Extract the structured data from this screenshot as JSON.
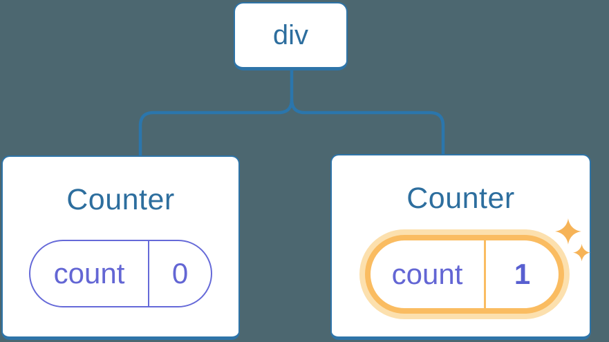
{
  "diagram": {
    "root": {
      "label": "div"
    },
    "children": [
      {
        "title": "Counter",
        "state": {
          "name": "count",
          "value": "0"
        },
        "highlighted": false
      },
      {
        "title": "Counter",
        "state": {
          "name": "count",
          "value": "1"
        },
        "highlighted": true
      }
    ]
  },
  "icons": {
    "sparkles-icon": "✦✦"
  },
  "colors": {
    "background": "#4C6770",
    "line_blue": "#2B76AC",
    "text_blue": "#2D6E9E",
    "card_border": "#2E74A8",
    "card_background": "#FFFFFF",
    "purple": "#6366D4",
    "pill_border_purple": "#6569D8",
    "highlight_orange": "#FABC61",
    "highlight_glow": "#FCE0AE",
    "sparkle": "#F6B357"
  }
}
